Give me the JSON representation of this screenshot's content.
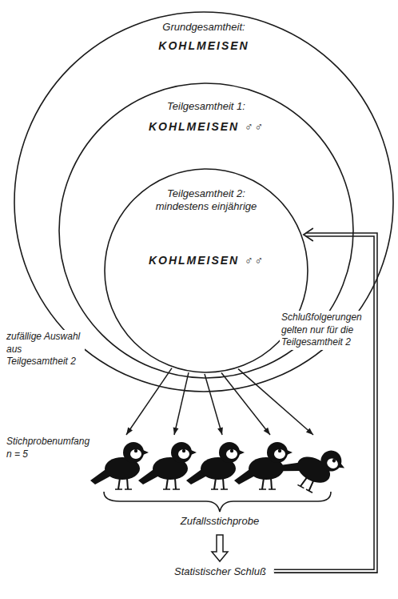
{
  "diagram": {
    "nodes": [
      {
        "text": [
          "Grundgesamtheit:",
          "KOHLMEISEN"
        ]
      },
      {
        "text": [
          "Teilgesamtheit 1:",
          "KOHLMEISEN ♂♂"
        ],
        "in": 0
      },
      {
        "text": [
          "Teilgesamtheit 2: mindestens einjährige",
          "KOHLMEISEN ♂♂"
        ],
        "in": 1
      },
      {
        "text": [
          "Zufallsstichprobe"
        ]
      },
      {
        "text": [
          "Statistischer Schluß"
        ]
      }
    ],
    "edges": [
      {
        "from": 2,
        "to": 3,
        "arrow": "to"
      },
      {
        "from": 2,
        "to": 3,
        "arrow": "to"
      },
      {
        "from": 2,
        "to": 3,
        "arrow": "to"
      },
      {
        "from": 2,
        "to": 3,
        "arrow": "to"
      },
      {
        "from": 2,
        "to": 3,
        "arrow": "to"
      },
      {
        "from": 3,
        "to": 4,
        "arrow": "to"
      },
      {
        "from": 4,
        "to": 2,
        "arrow": "to",
        "label": "Schlußfolgerungen gelten nur für die Teilgesamtheit 2"
      }
    ],
    "labels": [
      "zufällige Auswahl aus Teilgesamtheit 2",
      "Stichprobenumfang n = 5"
    ]
  }
}
